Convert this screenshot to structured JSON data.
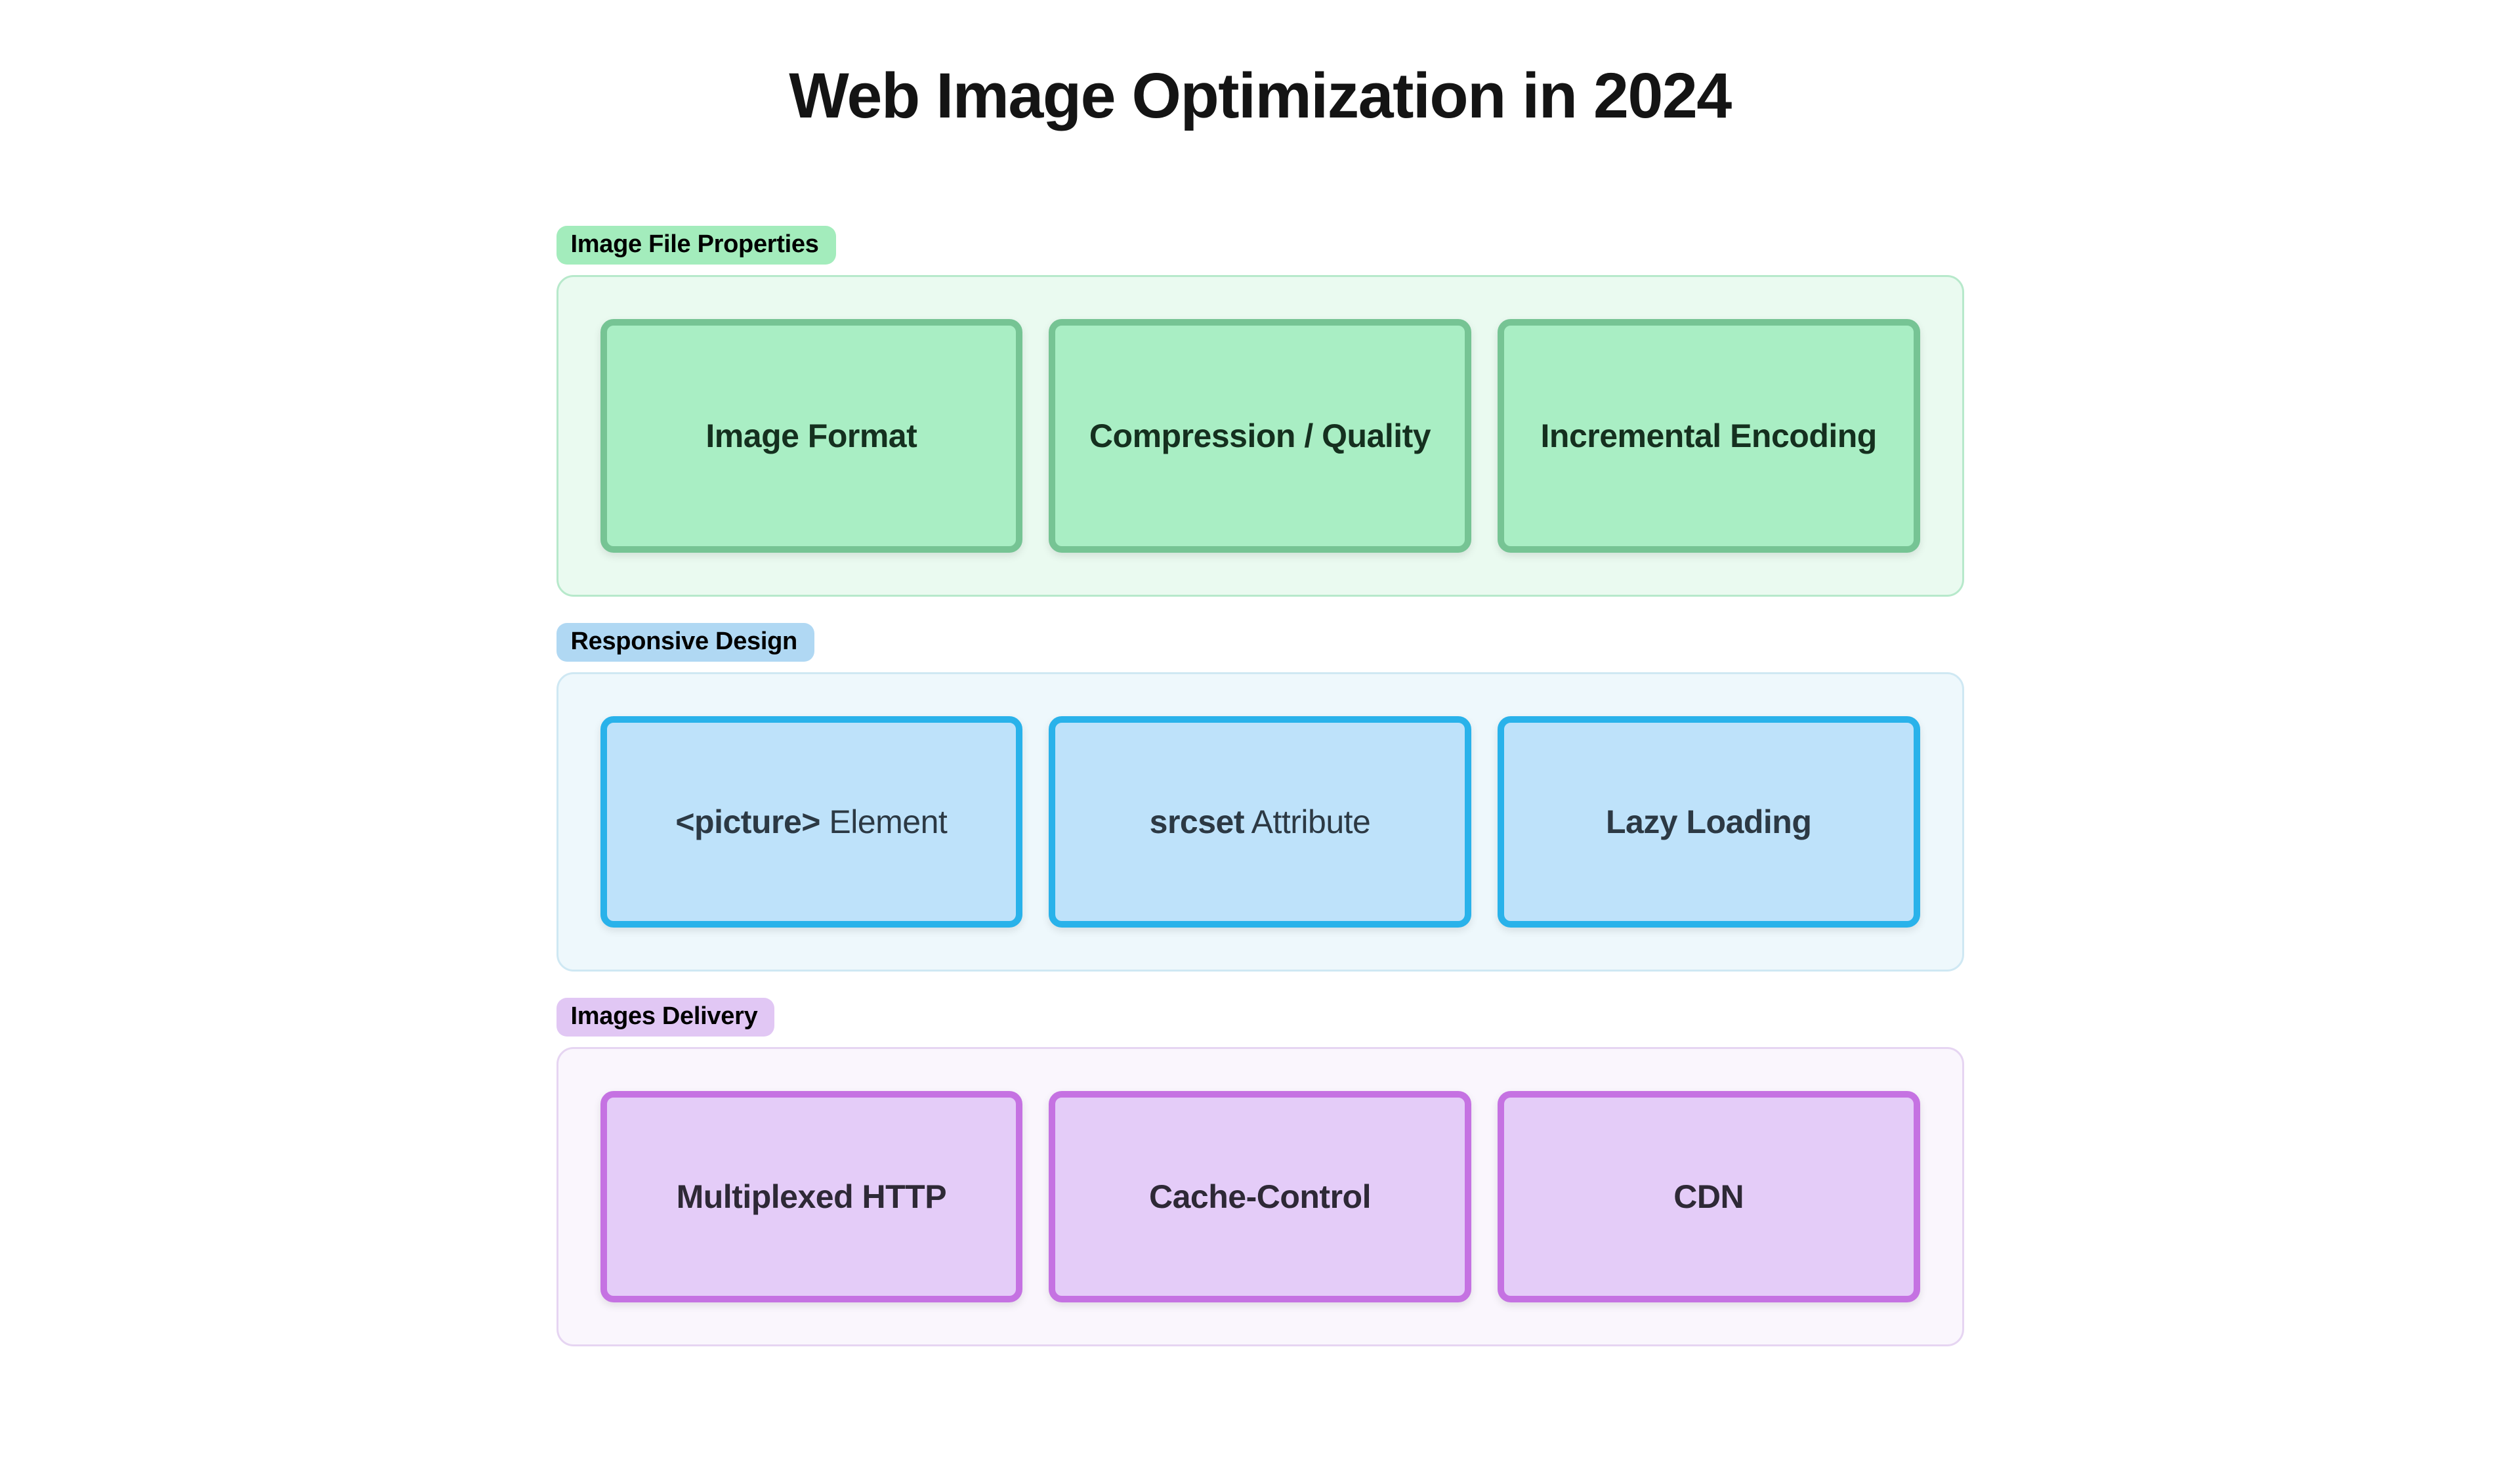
{
  "title": "Web Image Optimization in 2024",
  "sections": [
    {
      "label": "Image File Properties",
      "theme": "green",
      "accent_colors": {
        "pill": "#a3ecbc",
        "container_bg": "#eafaf0",
        "container_border": "#b7e9cb",
        "node_bg": "#a9eec4",
        "node_border": "#76c494",
        "node_text": "#15301f"
      },
      "nodes": [
        {
          "strong": "Image Format",
          "rest": ""
        },
        {
          "strong": "Compression / Quality",
          "rest": ""
        },
        {
          "strong": "Incremental Encoding",
          "rest": ""
        }
      ]
    },
    {
      "label": "Responsive Design",
      "theme": "blue",
      "accent_colors": {
        "pill": "#b0d8f3",
        "container_bg": "#eef8fc",
        "container_border": "#cfe8f3",
        "node_bg": "#bee2fa",
        "node_border": "#29b2ea",
        "node_text": "#2c3944"
      },
      "nodes": [
        {
          "strong": "<picture>",
          "rest": " Element"
        },
        {
          "strong": "srcset",
          "rest": " Attribute"
        },
        {
          "strong": "Lazy Loading",
          "rest": ""
        }
      ]
    },
    {
      "label": "Images Delivery",
      "theme": "purple",
      "accent_colors": {
        "pill": "#e1c7f4",
        "container_bg": "#faf6fd",
        "container_border": "#e6d5f2",
        "node_bg": "#e4ccf8",
        "node_border": "#c572e2",
        "node_text": "#2e2936"
      },
      "nodes": [
        {
          "strong": "Multiplexed HTTP",
          "rest": ""
        },
        {
          "strong": "Cache-Control",
          "rest": ""
        },
        {
          "strong": "CDN",
          "rest": ""
        }
      ]
    }
  ]
}
